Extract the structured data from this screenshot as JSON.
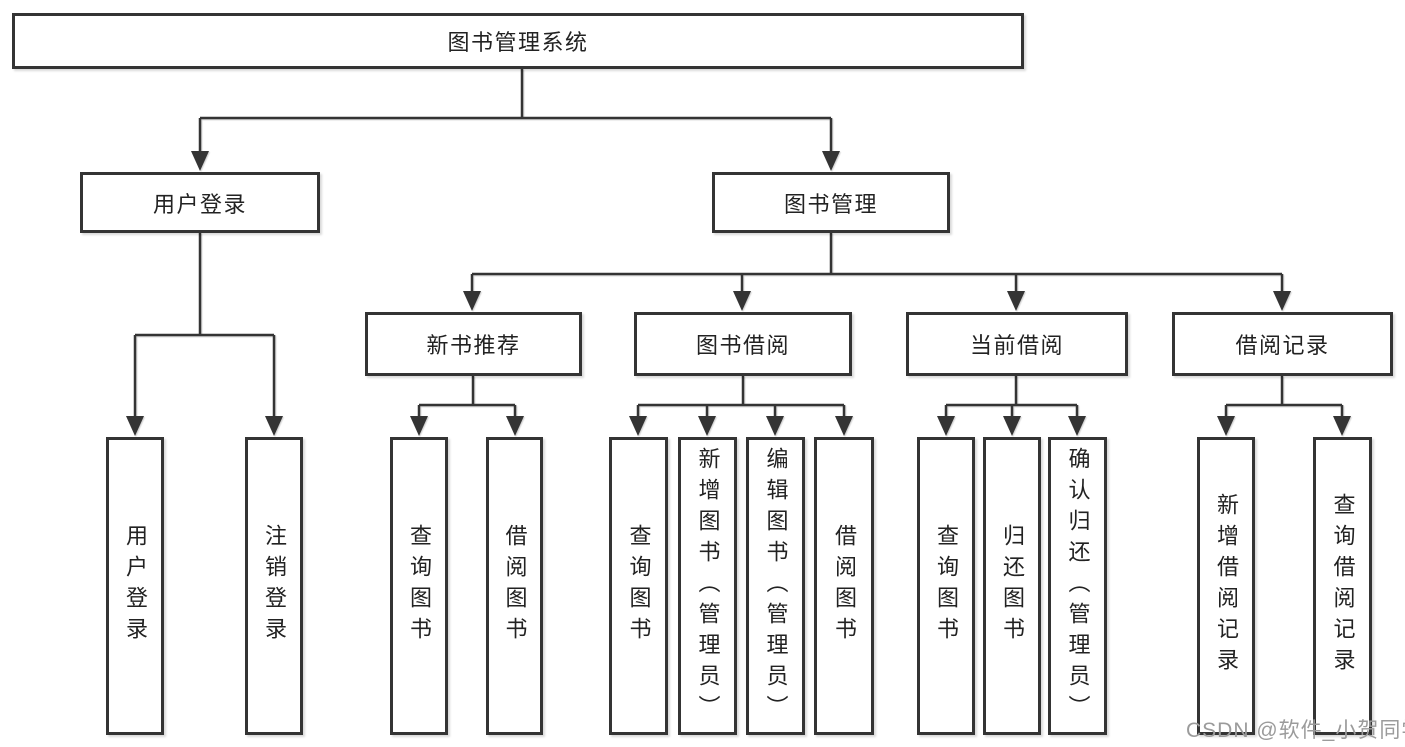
{
  "tree": {
    "label": "图书管理系统",
    "children": [
      {
        "label": "用户登录",
        "children": [
          {
            "label": "用户登录"
          },
          {
            "label": "注销登录"
          }
        ]
      },
      {
        "label": "图书管理",
        "children": [
          {
            "label": "新书推荐",
            "children": [
              {
                "label": "查询图书"
              },
              {
                "label": "借阅图书"
              }
            ]
          },
          {
            "label": "图书借阅",
            "children": [
              {
                "label": "查询图书"
              },
              {
                "label": "新增图书（管理员）"
              },
              {
                "label": "编辑图书（管理员）"
              },
              {
                "label": "借阅图书"
              }
            ]
          },
          {
            "label": "当前借阅",
            "children": [
              {
                "label": "查询图书"
              },
              {
                "label": "归还图书"
              },
              {
                "label": "确认归还（管理员）"
              }
            ]
          },
          {
            "label": "借阅记录",
            "children": [
              {
                "label": "新增借阅记录"
              },
              {
                "label": "查询借阅记录"
              }
            ]
          }
        ]
      }
    ]
  },
  "watermark": {
    "text": "CSDN @软件_小贺同学"
  },
  "colors": {
    "line": "#343434",
    "box_border": "#343434",
    "text": "#222222",
    "watermark": "#9b9b9b",
    "background": "#ffffff"
  }
}
